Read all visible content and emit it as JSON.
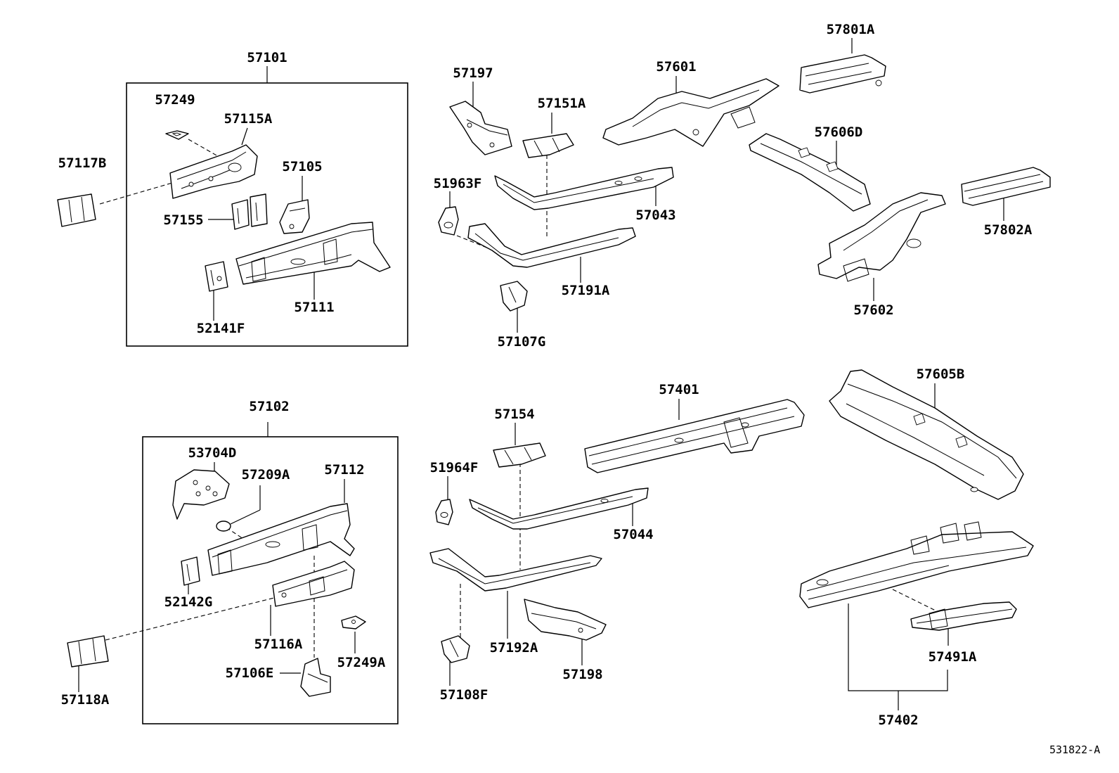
{
  "labels": {
    "l57101": "57101",
    "l57249": "57249",
    "l57115A": "57115A",
    "l57117B": "57117B",
    "l57105": "57105",
    "l57155": "57155",
    "l57111": "57111",
    "l52141F": "52141F",
    "l57197": "57197",
    "l57151A": "57151A",
    "l51963F": "51963F",
    "l57043": "57043",
    "l57191A": "57191A",
    "l57107G": "57107G",
    "l57601": "57601",
    "l57801A": "57801A",
    "l57606D": "57606D",
    "l57802A": "57802A",
    "l57602": "57602",
    "l57102": "57102",
    "l53704D": "53704D",
    "l57209A": "57209A",
    "l57112": "57112",
    "l52142G": "52142G",
    "l57116A": "57116A",
    "l57118A": "57118A",
    "l57249A": "57249A",
    "l57106E": "57106E",
    "l57154": "57154",
    "l51964F": "51964F",
    "l57044": "57044",
    "l57192A": "57192A",
    "l57108F": "57108F",
    "l57198": "57198",
    "l57401": "57401",
    "l57605B": "57605B",
    "l57491A": "57491A",
    "l57402": "57402"
  },
  "reference": "531822-A",
  "colors": {
    "line": "#000000",
    "background": "#ffffff"
  }
}
